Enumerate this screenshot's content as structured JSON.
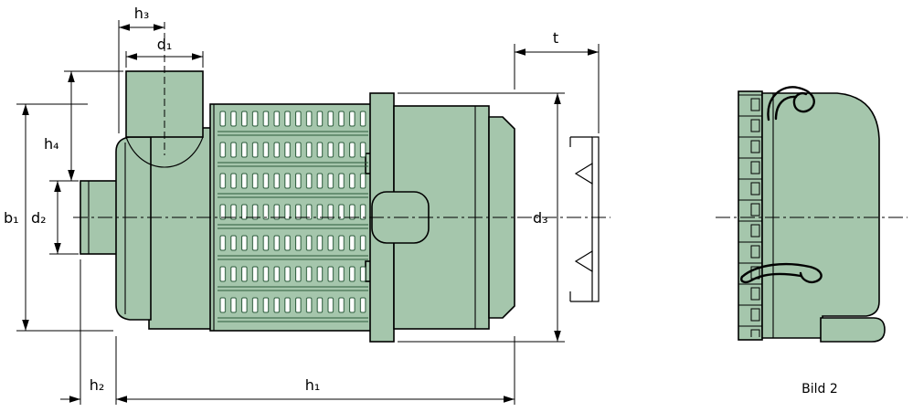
{
  "diagram": {
    "type": "technical-drawing",
    "caption": "Bild 2",
    "dimension_labels": {
      "h3": "h₃",
      "d1": "d₁",
      "t": "t",
      "h4": "h₄",
      "b1": "b₁",
      "d2": "d₂",
      "d3": "d₃",
      "h2": "h₂",
      "h1": "h₁"
    },
    "colors": {
      "body_fill": "#a5c6ac",
      "outline": "#000000",
      "background": "#ffffff"
    }
  }
}
